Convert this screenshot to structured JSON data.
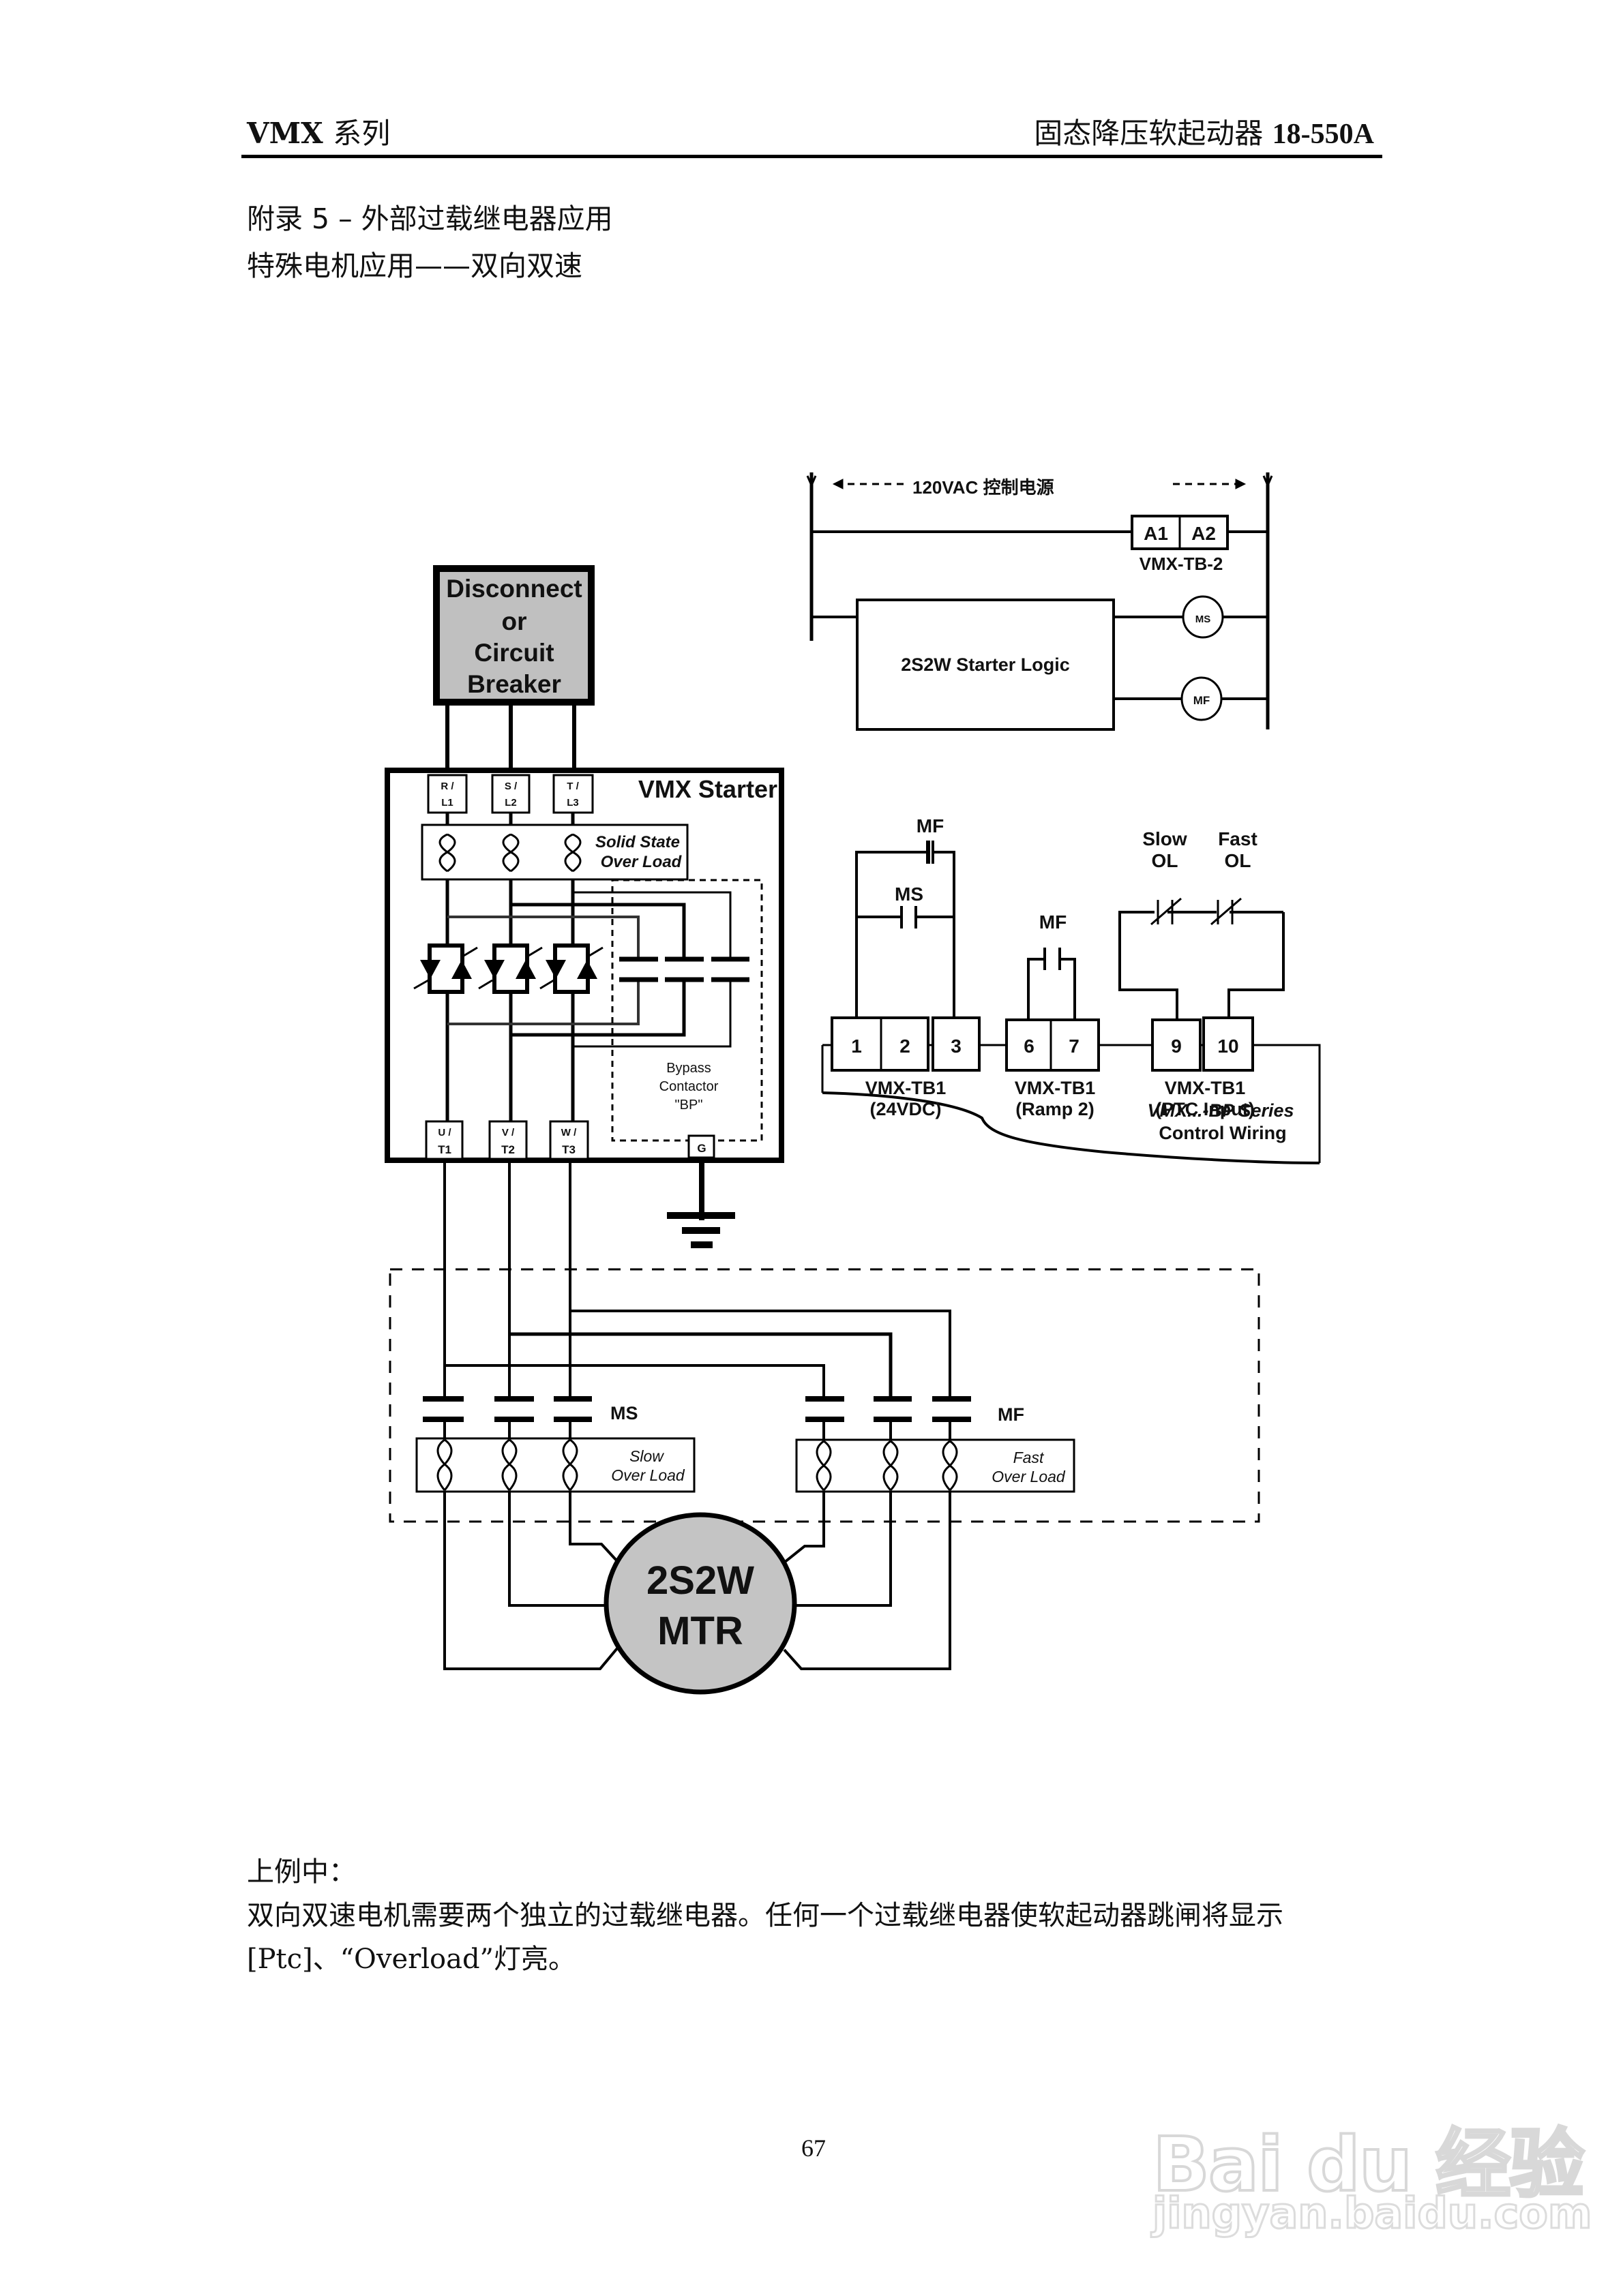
{
  "header": {
    "series_latin": "VMX",
    "series_cn": "系列",
    "product_cn": "固态降压软起动器",
    "product_range": "18-550A"
  },
  "titles": {
    "appendix": "附录 5  –  外部过载继电器应用",
    "subtitle": "特殊电机应用——双向双速"
  },
  "diagram": {
    "control_power": {
      "label": "120VAC  控制电源",
      "tb2_terminals": [
        "A1",
        "A2"
      ],
      "tb2_label": "VMX-TB-2",
      "logic_label": "2S2W Starter Logic",
      "coils": [
        "MS",
        "MF"
      ]
    },
    "disconnect": [
      "Disconnect",
      "or",
      "Circuit",
      "Breaker"
    ],
    "starter": {
      "title": "VMX Starter",
      "line_terminals": [
        {
          "top": "R /",
          "bottom": "L1"
        },
        {
          "top": "S /",
          "bottom": "L2"
        },
        {
          "top": "T /",
          "bottom": "L3"
        }
      ],
      "overload_label": [
        "Solid State",
        "Over Load"
      ],
      "bypass_label": [
        "Bypass",
        "Contactor",
        "\"BP\""
      ],
      "load_terminals": [
        {
          "top": "U /",
          "bottom": "T1"
        },
        {
          "top": "V /",
          "bottom": "T2"
        },
        {
          "top": "W /",
          "bottom": "T3"
        }
      ],
      "ground_terminal": "G"
    },
    "control_wiring": {
      "contacts": {
        "mf_top": "MF",
        "ms": "MS",
        "mf_ramp": "MF",
        "slow_ol": [
          "Slow",
          "OL"
        ],
        "fast_ol": [
          "Fast",
          "OL"
        ]
      },
      "terminal_groups": [
        {
          "terminals": [
            "1",
            "2",
            "3"
          ],
          "label": [
            "VMX-TB1",
            "(24VDC)"
          ]
        },
        {
          "terminals": [
            "6",
            "7"
          ],
          "label": [
            "VMX-TB1",
            "(Ramp 2)"
          ]
        },
        {
          "terminals": [
            "9",
            "10"
          ],
          "label": [
            "VMX-TB1",
            "(PTC Input)"
          ]
        }
      ],
      "series_label": [
        "VMX...-BP Series",
        "Control Wiring"
      ]
    },
    "contactors": {
      "slow": "MS",
      "fast": "MF",
      "slow_ol": [
        "Slow",
        "Over Load"
      ],
      "fast_ol": [
        "Fast",
        "Over Load"
      ]
    },
    "motor": [
      "2S2W",
      "MTR"
    ]
  },
  "body": {
    "lead": "上例中：",
    "line1": "双向双速电机需要两个独立的过载继电器。任何一个过载继电器使软起动器跳闸将显示",
    "line2": "[Ptc]、“Overload”灯亮。"
  },
  "page_number": "67",
  "watermark": {
    "brand": "Bai du 经验",
    "url": "jingyan.baidu.com"
  }
}
